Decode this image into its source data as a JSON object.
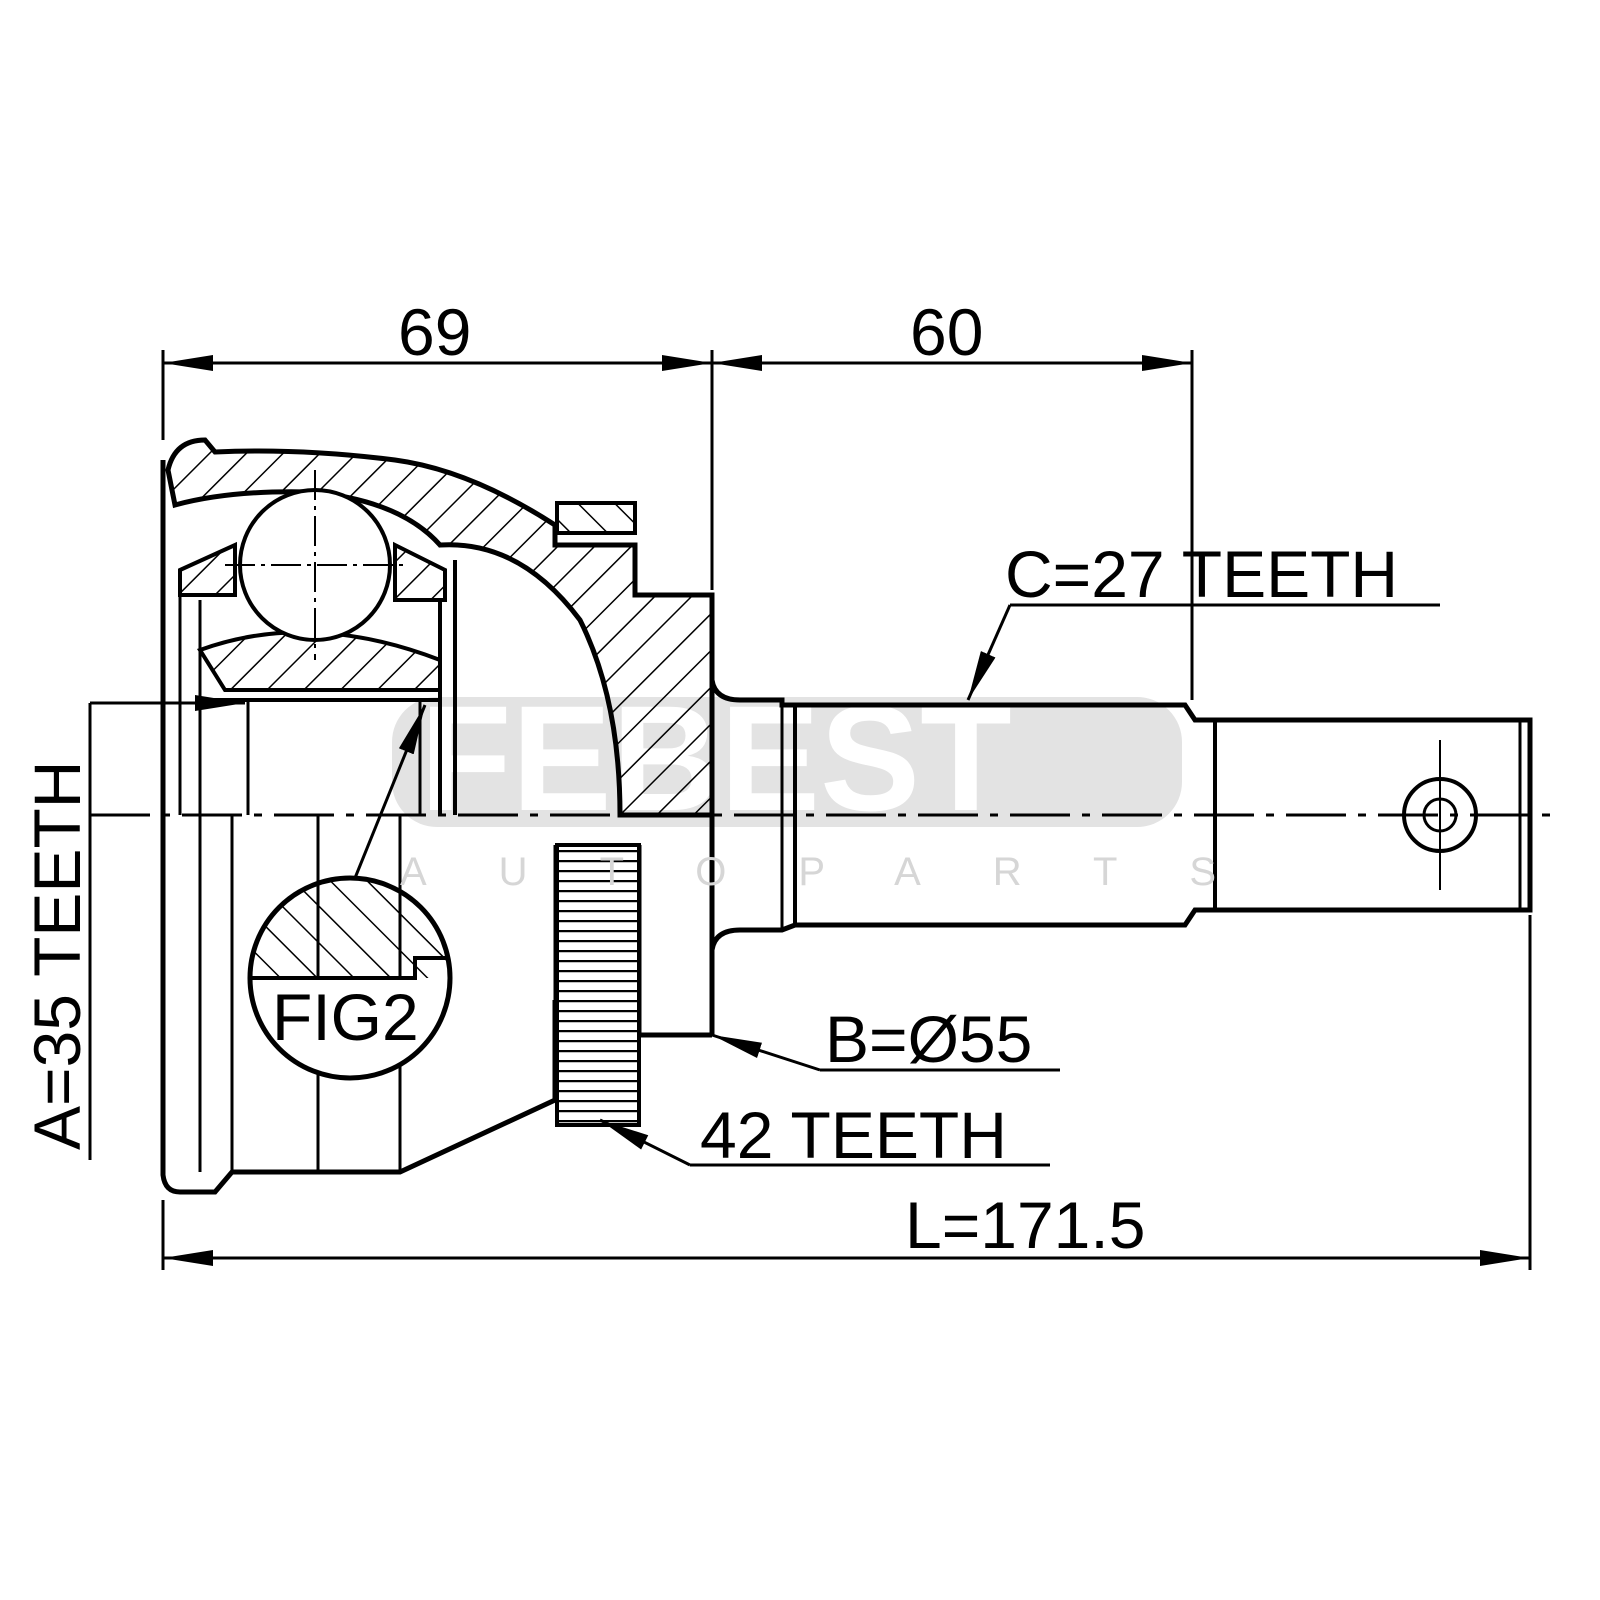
{
  "dimensions": {
    "housing_length": "69",
    "shaft_length": "60",
    "outer_spline": "C=27 TEETH",
    "inner_spline": "A=35 TEETH",
    "seal_diameter": "B=Ø55",
    "abs_ring": "42 TEETH",
    "total_length": "L=171.5"
  },
  "detail_label": "FIG2",
  "watermark": {
    "brand": "FEBEST",
    "sub": "AUTOPARTS"
  },
  "colors": {
    "line": "#000000",
    "watermark": "#e3e3e3"
  }
}
